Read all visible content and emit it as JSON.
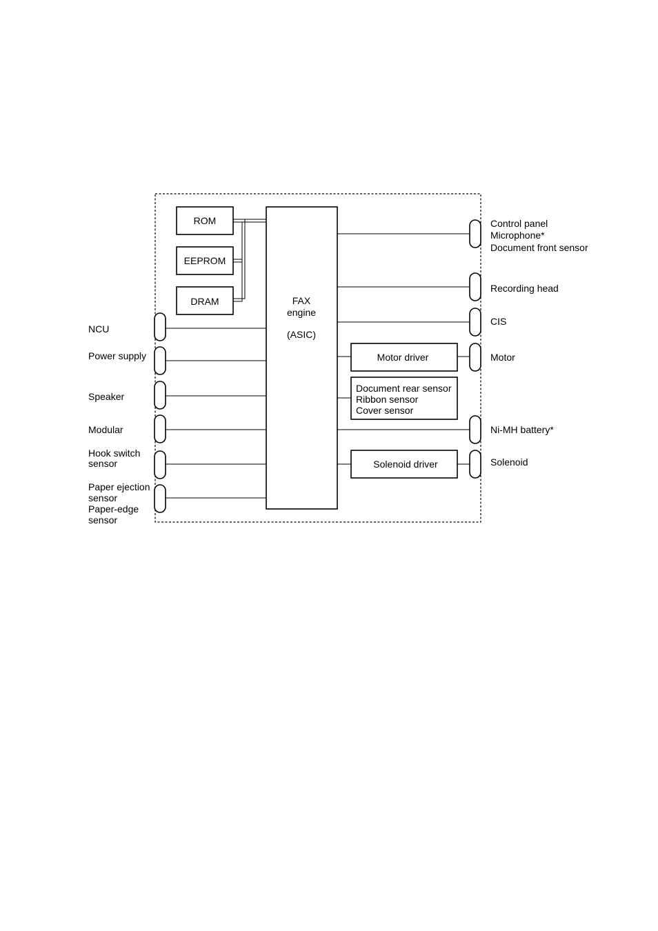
{
  "blocks": {
    "rom": "ROM",
    "eeprom": "EEPROM",
    "dram": "DRAM",
    "asic": {
      "line1": "FAX",
      "line2": "engine",
      "line3": "(ASIC)"
    },
    "motor_driver": "Motor driver",
    "sensors_box": [
      "Document rear sensor",
      "Ribbon sensor",
      "Cover sensor"
    ],
    "solenoid_driver": "Solenoid driver"
  },
  "left_labels": {
    "ncu": "NCU",
    "power_supply": "Power supply",
    "speaker": "Speaker",
    "modular": "Modular",
    "hook_switch": [
      "Hook switch",
      "sensor"
    ],
    "paper_sensors": [
      "Paper ejection",
      "sensor",
      "Paper-edge",
      "sensor"
    ]
  },
  "right_labels": {
    "control_panel": [
      "Control panel",
      "Microphone*",
      "Document front sensor"
    ],
    "recording_head": "Recording head",
    "cis": "CIS",
    "motor": "Motor",
    "battery": "Ni-MH battery*",
    "solenoid": "Solenoid"
  }
}
